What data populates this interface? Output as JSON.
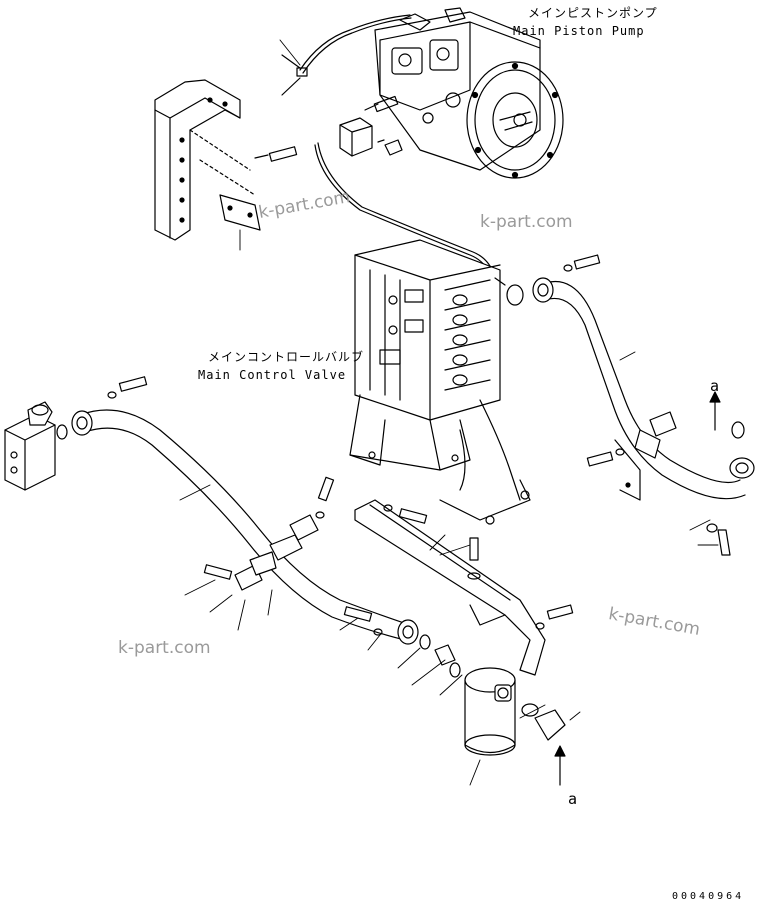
{
  "labels": {
    "pump_jp": "メインピストンポンプ",
    "pump_en": "Main Piston Pump",
    "valve_jp": "メインコントロールバルブ",
    "valve_en": "Main Control Valve"
  },
  "watermark": "k-part.com",
  "reference_marks": [
    "a",
    "a"
  ],
  "drawing_code": "00040964"
}
